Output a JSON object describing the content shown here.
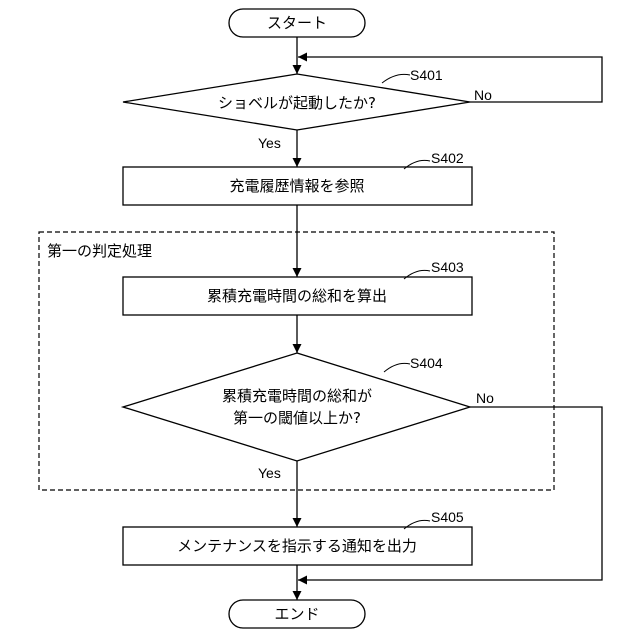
{
  "terminals": {
    "start": "スタート",
    "end": "エンド"
  },
  "steps": {
    "s401": {
      "id": "S401",
      "text": "ショベルが起動したか?",
      "yes": "Yes",
      "no": "No"
    },
    "s402": {
      "id": "S402",
      "text": "充電履歴情報を参照"
    },
    "s403": {
      "id": "S403",
      "text": "累積充電時間の総和を算出"
    },
    "s404": {
      "id": "S404",
      "line1": "累積充電時間の総和が",
      "line2": "第一の閾値以上か?",
      "yes": "Yes",
      "no": "No"
    },
    "s405": {
      "id": "S405",
      "text": "メンテナンスを指示する通知を出力"
    }
  },
  "group": {
    "label": "第一の判定処理"
  }
}
